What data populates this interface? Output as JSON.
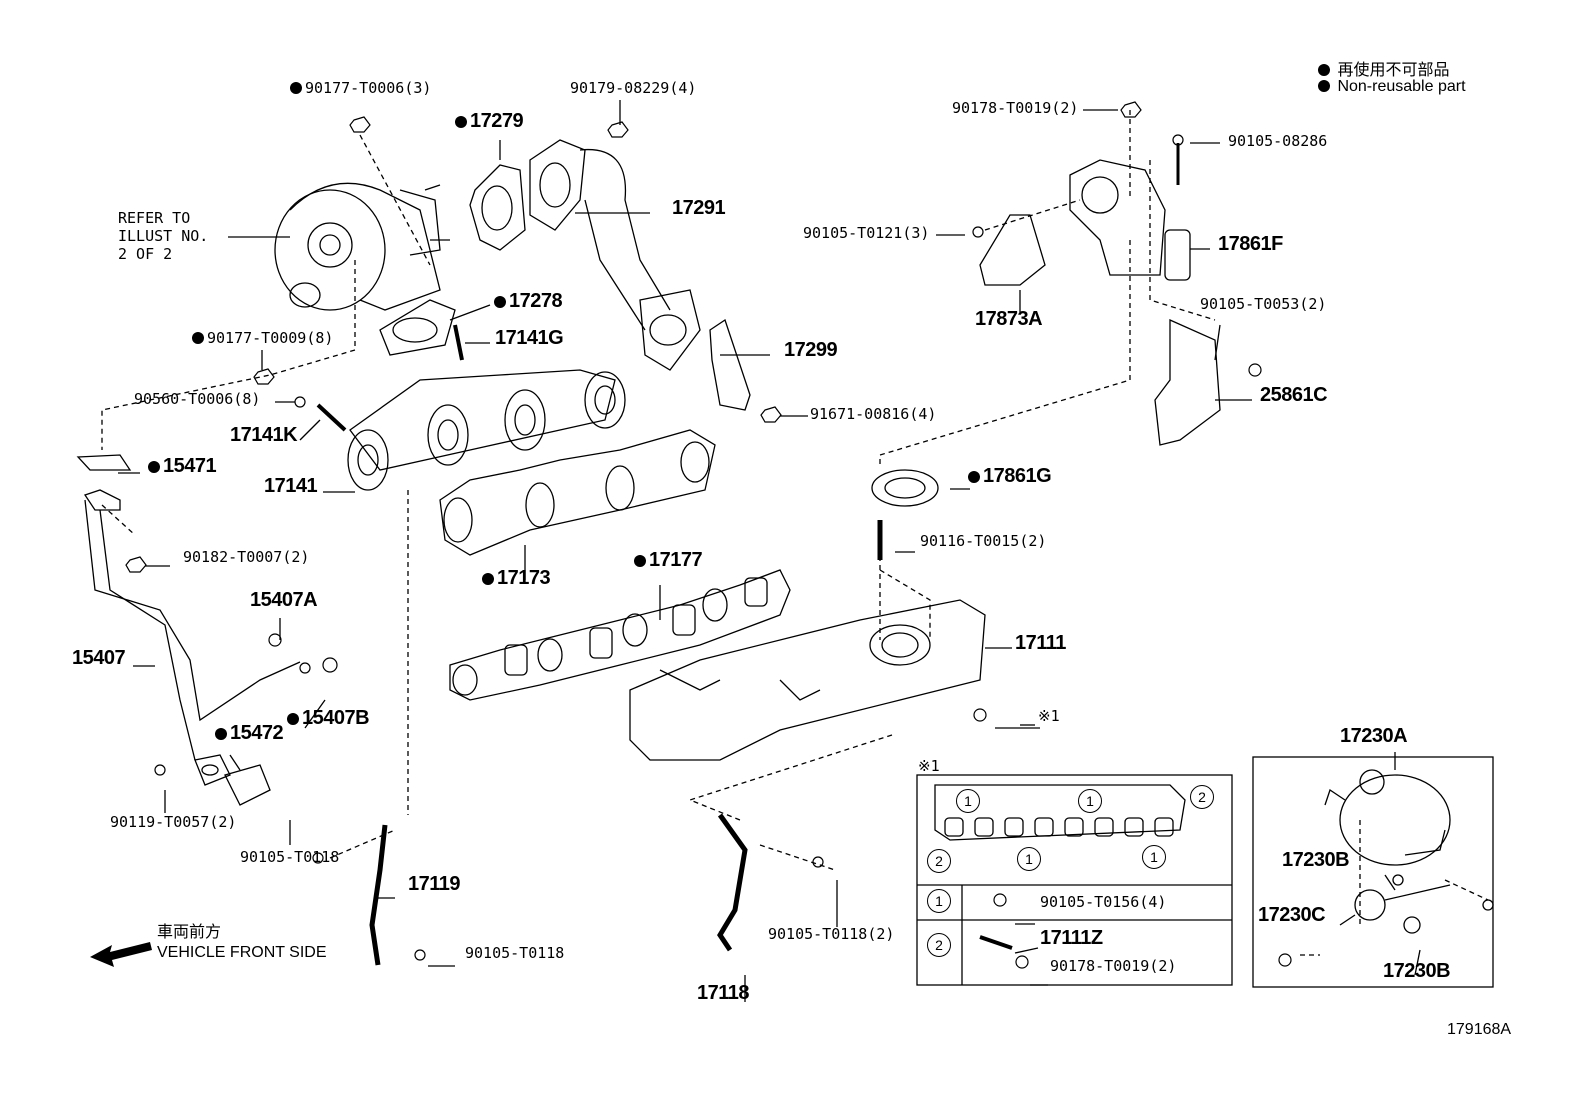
{
  "legend": {
    "ja": "再使用不可部品",
    "en": "Non-reusable part"
  },
  "refer_note": [
    "REFER TO",
    "ILLUST NO.",
    "2 OF 2"
  ],
  "front_side": {
    "ja": "車両前方",
    "en": "VEHICLE FRONT SIDE"
  },
  "diagram_id": "179168A",
  "callout_note": "※1",
  "inset_note_marker": "※1",
  "parts": {
    "p_90177_T0006": "90177-T0006(3)",
    "p_17279": "17279",
    "p_90179_08229": "90179-08229(4)",
    "p_17291": "17291",
    "p_17278": "17278",
    "p_17141G": "17141G",
    "p_90177_T0009": "90177-T0009(8)",
    "p_90560_T0006": "90560-T0006(8)",
    "p_17141K": "17141K",
    "p_15471": "15471",
    "p_17141": "17141",
    "p_17299": "17299",
    "p_91671_00816": "91671-00816(4)",
    "p_90182_T0007": "90182-T0007(2)",
    "p_17173": "17173",
    "p_17177": "17177",
    "p_15407A": "15407A",
    "p_15407": "15407",
    "p_15472": "15472",
    "p_15407B": "15407B",
    "p_90119_T0057": "90119-T0057(2)",
    "p_90105_T0118_a": "90105-T0118",
    "p_17119": "17119",
    "p_90105_T0118_b": "90105-T0118",
    "p_90178_T0019": "90178-T0019(2)",
    "p_90105_08286": "90105-08286",
    "p_90105_T0121": "90105-T0121(3)",
    "p_17861F": "17861F",
    "p_17873A": "17873A",
    "p_90105_T0053": "90105-T0053(2)",
    "p_25861C": "25861C",
    "p_17861G": "17861G",
    "p_90116_T0015": "90116-T0015(2)",
    "p_17111": "17111",
    "p_90105_T0118_c": "90105-T0118(2)",
    "p_17118": "17118",
    "p_17230A": "17230A",
    "p_17230B_a": "17230B",
    "p_17230C": "17230C",
    "p_17230B_b": "17230B"
  },
  "inset": {
    "row1_marker": "1",
    "row1_part": "90105-T0156(4)",
    "row2_marker": "2",
    "row2_part_a": "17111Z",
    "row2_part_b": "90178-T0019(2)",
    "mk1": "1",
    "mk2": "2"
  }
}
